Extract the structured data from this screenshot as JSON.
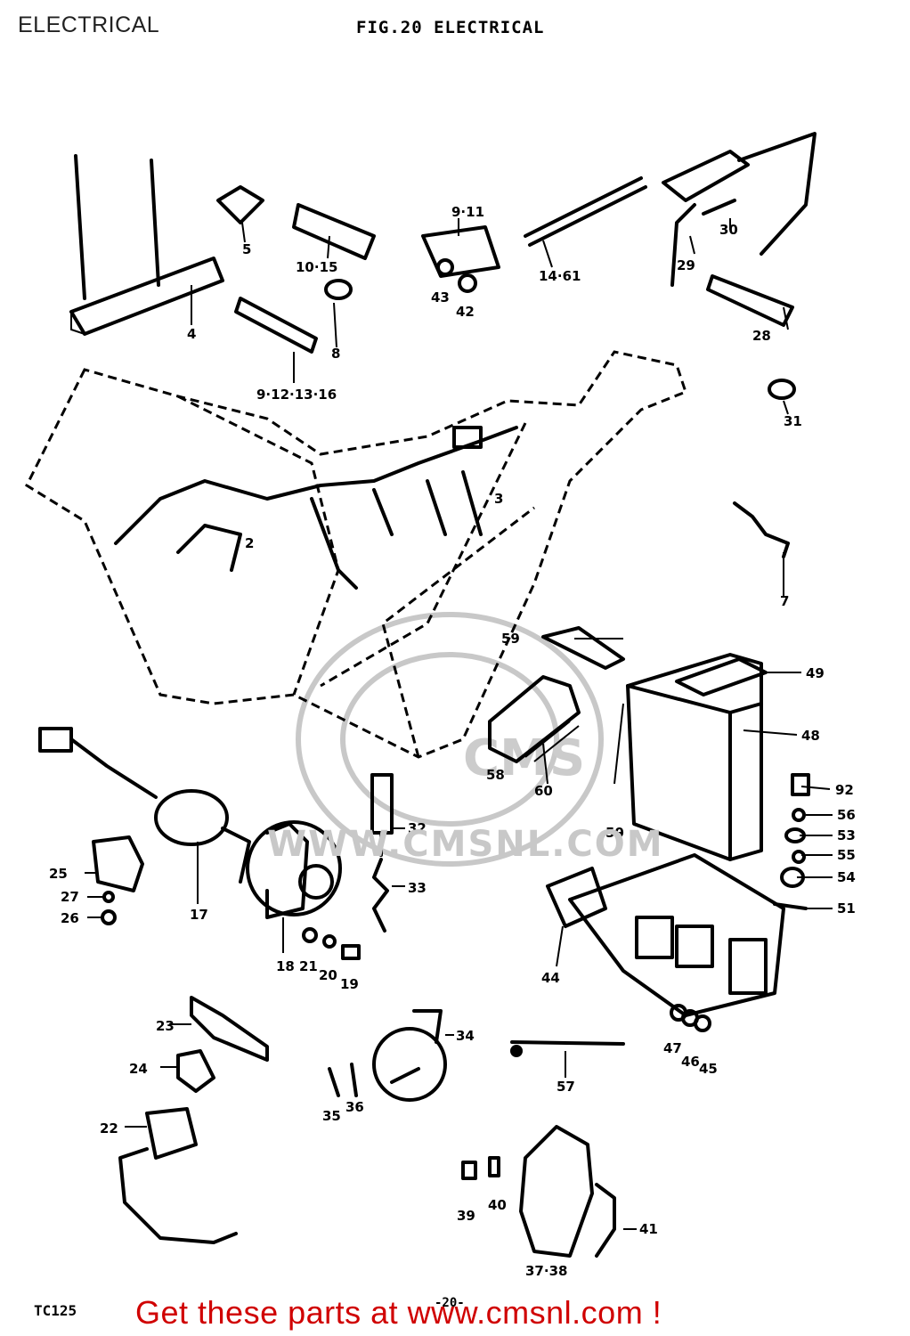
{
  "header": {
    "page_title": "ELECTRICAL",
    "figure_title": "FIG.20 ELECTRICAL"
  },
  "watermark": {
    "text": "WWW.CMSNL.COM",
    "logo_text": "CMS"
  },
  "callouts": [
    "4",
    "5",
    "10·15",
    "9·11",
    "43",
    "42",
    "14·61",
    "29",
    "30",
    "28",
    "8",
    "9·12·13·16",
    "31",
    "2",
    "3",
    "7",
    "59",
    "49",
    "48",
    "58",
    "60",
    "50",
    "92",
    "56",
    "53",
    "55",
    "54",
    "51",
    "25",
    "27",
    "26",
    "17",
    "18",
    "21",
    "20",
    "19",
    "32",
    "33",
    "44",
    "47",
    "46",
    "45",
    "23",
    "24",
    "22",
    "34",
    "57",
    "35",
    "36",
    "39",
    "40",
    "41",
    "37·38"
  ],
  "footer": {
    "model_code": "TC125",
    "page_number": "-20-",
    "promo_text": "Get these parts at www.cmsnl.com !",
    "promo_color": "#d00000"
  }
}
